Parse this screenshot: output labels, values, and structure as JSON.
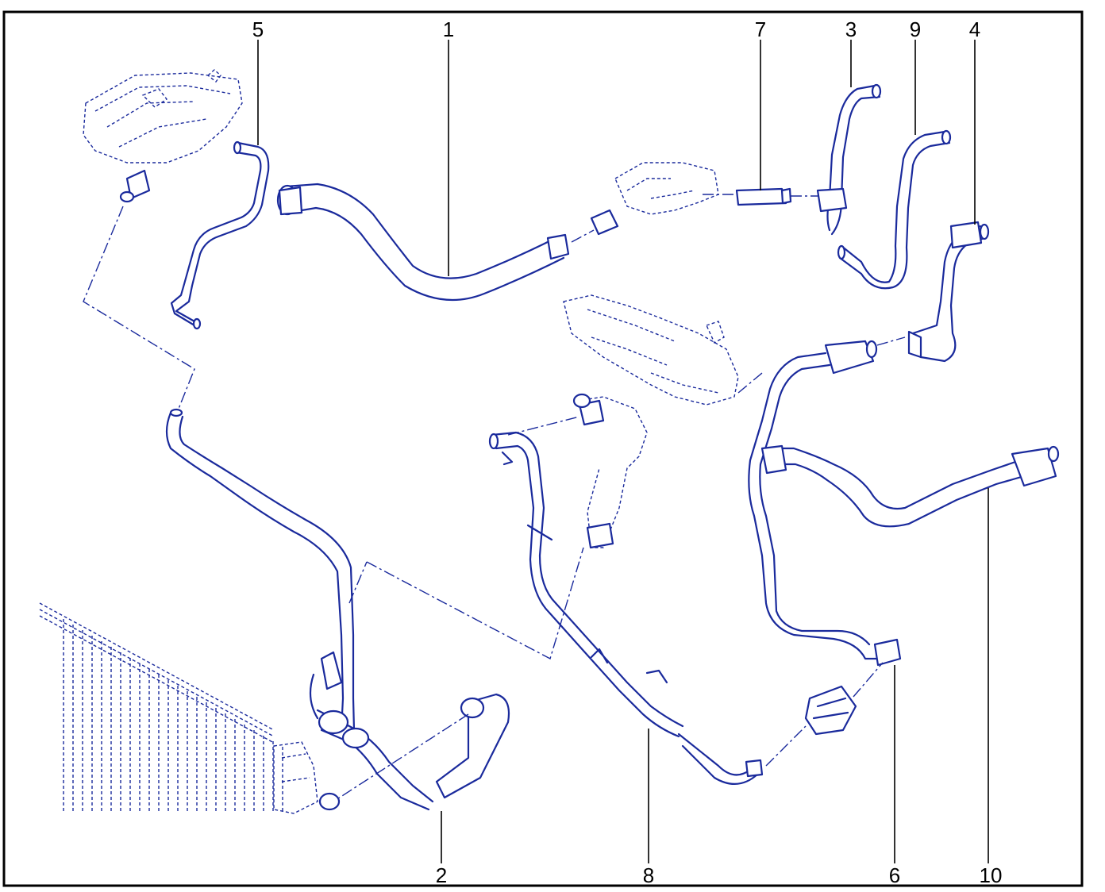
{
  "callouts": [
    {
      "label": "5"
    },
    {
      "label": "1"
    },
    {
      "label": "7"
    },
    {
      "label": "3"
    },
    {
      "label": "9"
    },
    {
      "label": "4"
    },
    {
      "label": "2"
    },
    {
      "label": "8"
    },
    {
      "label": "6"
    },
    {
      "label": "10"
    }
  ]
}
